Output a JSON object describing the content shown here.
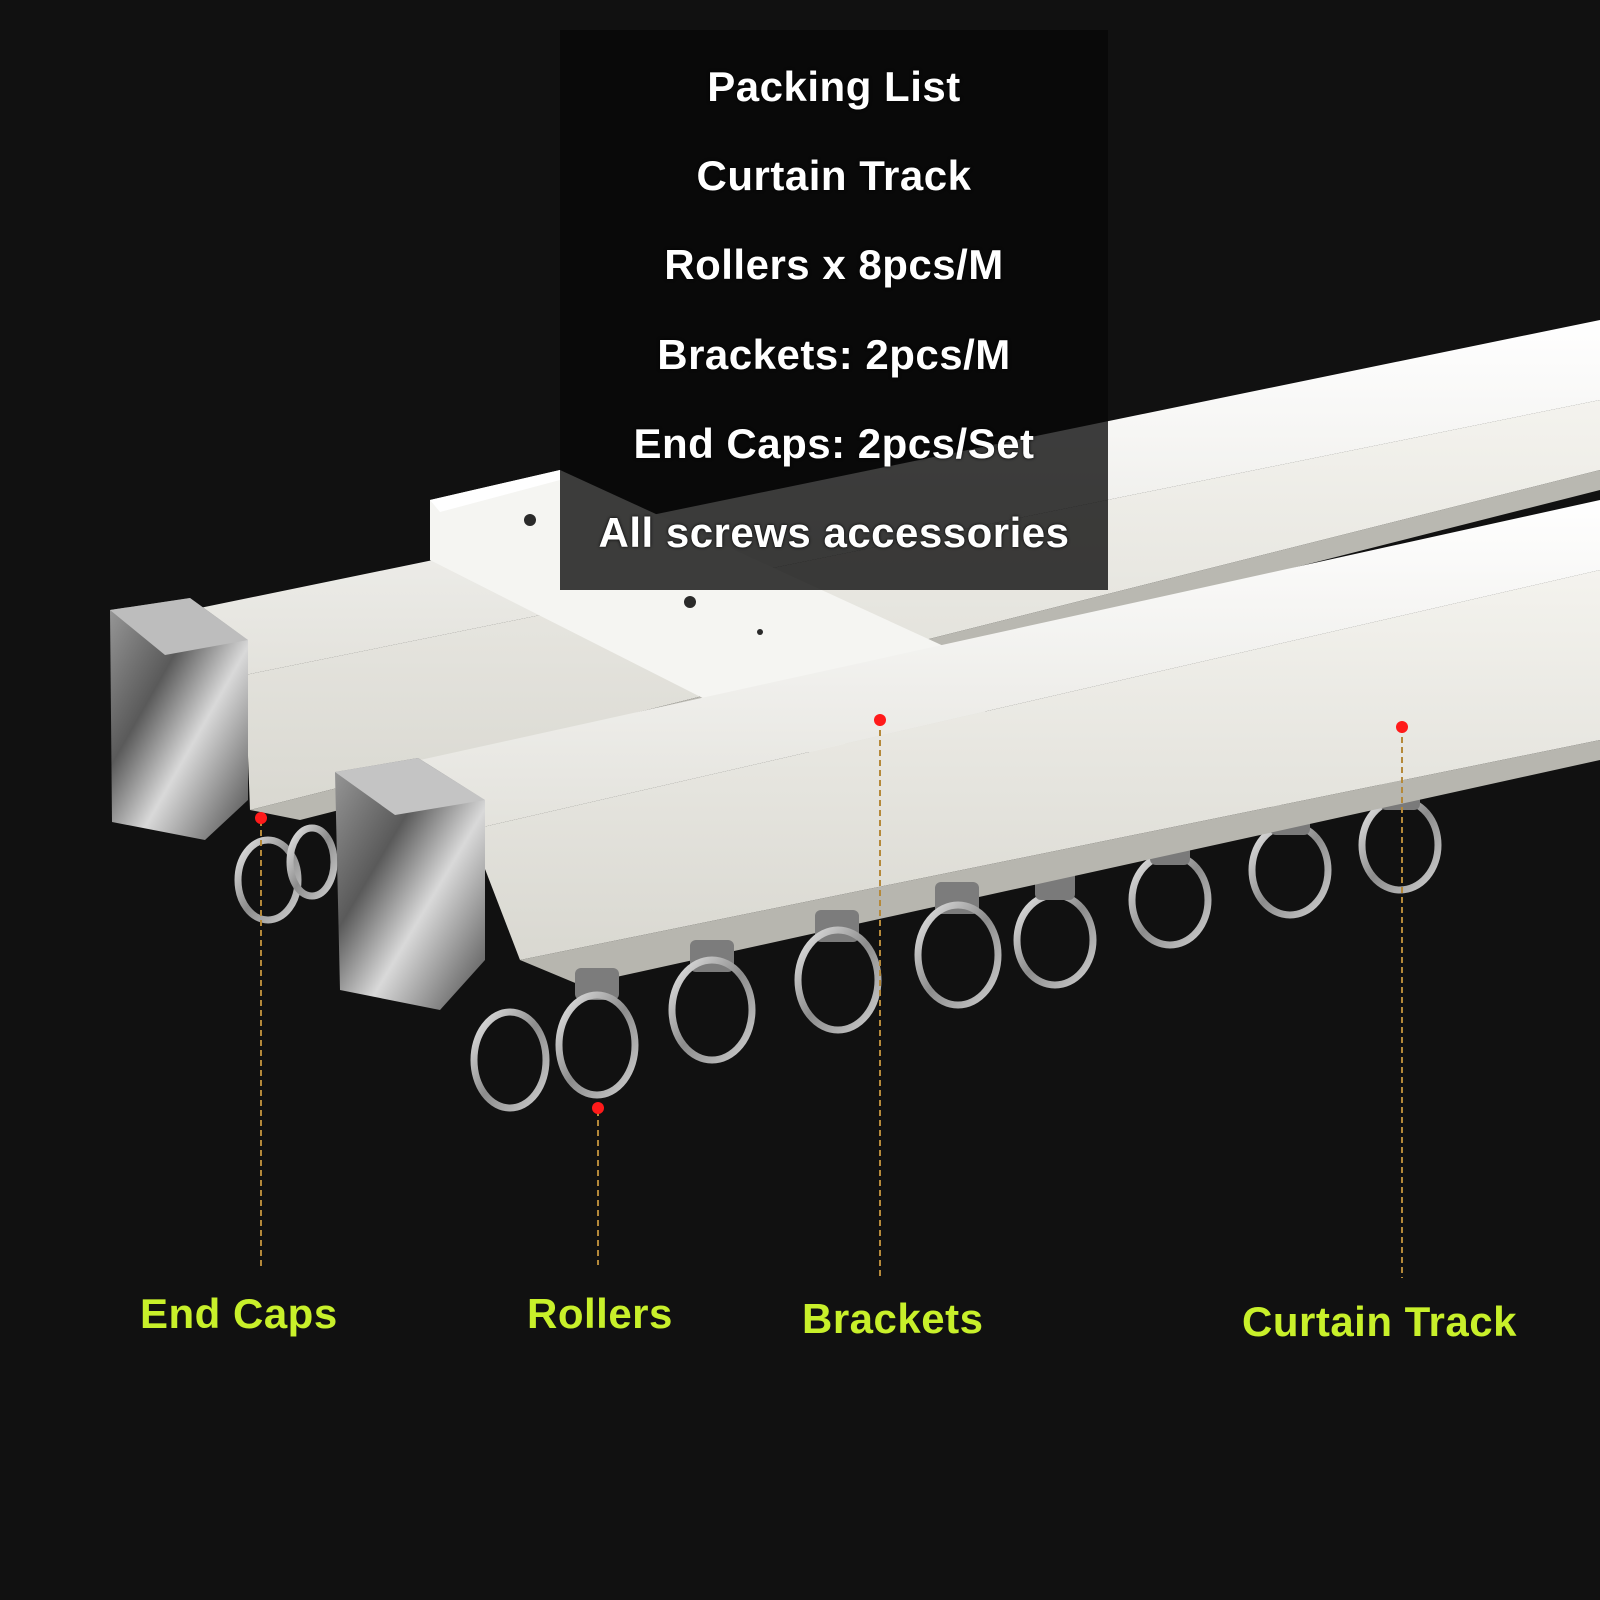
{
  "packing_list": {
    "title": "Packing List",
    "items": [
      "Curtain Track",
      "Rollers x 8pcs/M",
      "Brackets: 2pcs/M",
      "End Caps: 2pcs/Set",
      "All screws accessories"
    ]
  },
  "callouts": {
    "end_caps": "End Caps",
    "rollers": "Rollers",
    "brackets": "Brackets",
    "curtain_track": "Curtain Track"
  },
  "colors": {
    "background": "#111111",
    "track": "#f2f1ec",
    "label": "#c8f02a",
    "marker": "#ff1a1a"
  }
}
